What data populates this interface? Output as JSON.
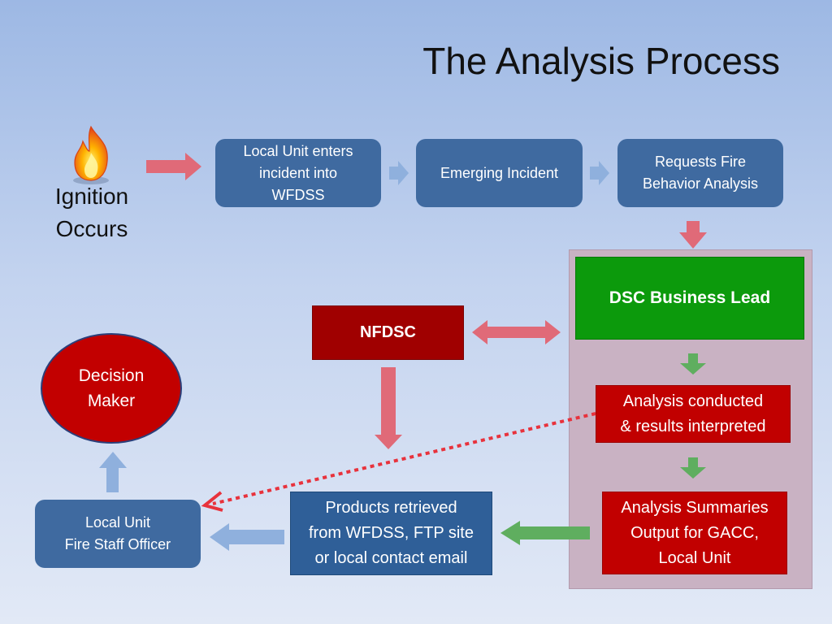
{
  "title": "The Analysis Process",
  "ignition": {
    "line1": "Ignition",
    "line2": "Occurs"
  },
  "nodes": {
    "local_unit_enters": [
      "Local Unit enters",
      "incident into",
      "WFDSS"
    ],
    "emerging_incident": "Emerging Incident",
    "requests_fire": [
      "Requests Fire",
      "Behavior Analysis"
    ],
    "dsc_business_lead": "DSC Business Lead",
    "nfdsc": "NFDSC",
    "analysis_conducted": [
      "Analysis conducted",
      "& results interpreted"
    ],
    "analysis_summaries": [
      "Analysis Summaries",
      "Output for GACC,",
      "Local Unit"
    ],
    "products_retrieved": [
      "Products retrieved",
      "from WFDSS, FTP site",
      "or local contact email"
    ],
    "local_unit_officer": [
      "Local Unit",
      "Fire Staff Officer"
    ],
    "decision_maker": [
      "Decision",
      "Maker"
    ]
  },
  "colors": {
    "blue_box": "#3f6aa0",
    "red_box": "#c10000",
    "green_box": "#0c9a0c",
    "pink_arrow": "#e06a78",
    "light_blue_arrow": "#8fb0dd",
    "green_arrow": "#5fae5f",
    "panel": "#c9b2c3"
  },
  "icons": {
    "flame": "flame-icon"
  }
}
